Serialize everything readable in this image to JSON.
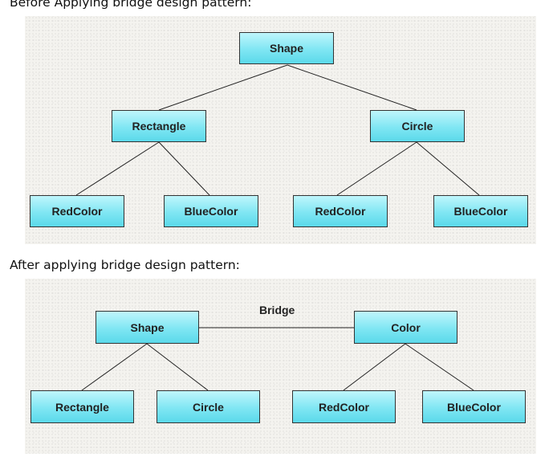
{
  "before": {
    "caption": "Before Applying bridge design pattern:",
    "root": "Shape",
    "children": [
      "Rectangle",
      "Circle"
    ],
    "leaves": [
      "RedColor",
      "BlueColor",
      "RedColor",
      "BlueColor"
    ]
  },
  "after": {
    "caption": "After applying bridge design pattern:",
    "bridge_label": "Bridge",
    "abstraction": "Shape",
    "implementor": "Color",
    "abstraction_children": [
      "Rectangle",
      "Circle"
    ],
    "implementor_children": [
      "RedColor",
      "BlueColor"
    ]
  },
  "colors": {
    "node_fill": "#7fe6f3",
    "node_border": "#333333",
    "panel_background": "#f4f3ef",
    "connector": "#222222"
  }
}
